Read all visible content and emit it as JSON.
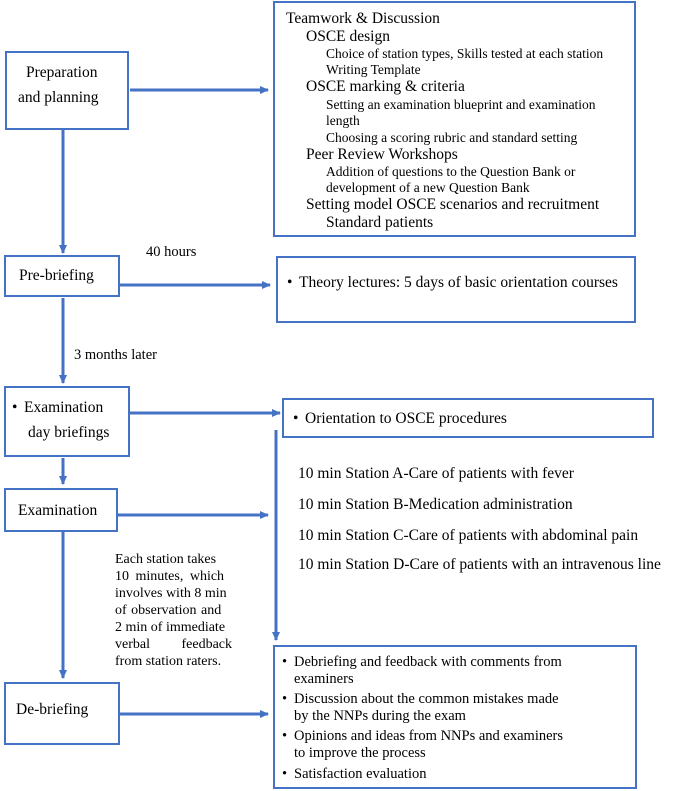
{
  "left_stages": {
    "preparation": [
      "Preparation",
      "and planning"
    ],
    "prebriefing": "Pre-briefing",
    "exam_day": [
      "Examination",
      "day briefings"
    ],
    "examination": "Examination",
    "debriefing": "De-briefing"
  },
  "bullet": "•",
  "annotations": {
    "hours": "40 hours",
    "later": "3 months later",
    "station_note": [
      "Each station takes",
      "10 minutes, which",
      "involves with 8 min",
      "of observation and",
      "2 min of immediate",
      "verbal feedback",
      "from station raters."
    ]
  },
  "teamwork": {
    "title": "Teamwork & Discussion",
    "osce_design": "OSCE design",
    "design_items": [
      "Choice of station types, Skills tested at each station",
      "Writing Template"
    ],
    "marking": "OSCE marking & criteria",
    "marking_items": [
      "Setting an examination blueprint and examination",
      "length",
      "Choosing a scoring rubric and standard setting"
    ],
    "peer": "Peer Review Workshops",
    "peer_items": [
      "Addition of questions to the Question Bank or",
      "development of a new Question Bank"
    ],
    "setting": "Setting model OSCE scenarios and recruitment",
    "standard": "Standard patients"
  },
  "theory": "Theory lectures: 5 days of basic orientation courses",
  "orientation": "Orientation to OSCE procedures",
  "stations": [
    "10 min Station A-Care of patients with fever",
    "10 min Station B-Medication administration",
    "10 min Station C-Care of patients with abdominal pain",
    "10 min Station D-Care of patients with an intravenous line"
  ],
  "debrief_items": [
    [
      "Debriefing and feedback with comments from",
      "examiners"
    ],
    [
      "Discussion about the common mistakes made",
      "by the NNPs during the exam"
    ],
    [
      "Opinions and ideas from NNPs and examiners",
      "to improve the process"
    ],
    [
      "Satisfaction evaluation"
    ]
  ],
  "colors": {
    "accent": "#4472c4"
  }
}
